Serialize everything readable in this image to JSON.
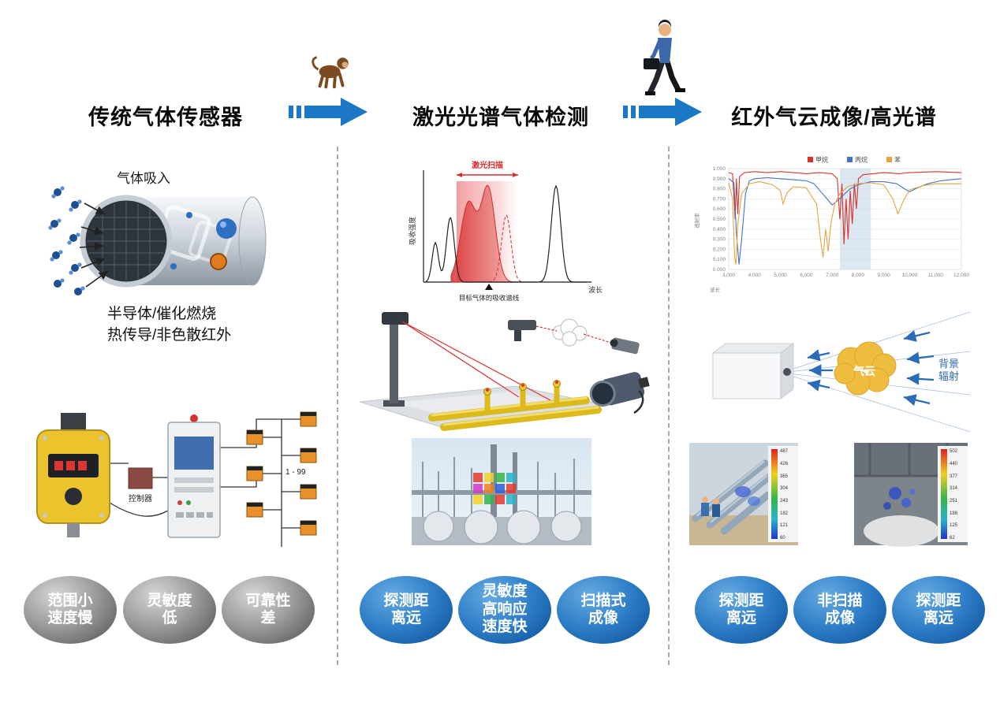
{
  "colors": {
    "accent_blue": "#1b78c6",
    "badge_blue": "#0a4e95",
    "badge_gray": "#4f4f4f"
  },
  "header": {
    "titles": [
      "传统气体传感器",
      "激光光谱气体检测",
      "红外气云成像/高光谱"
    ]
  },
  "col1": {
    "gas_label": "气体吸入",
    "tech_line1": "半导体/催化燃烧",
    "tech_line2": "热传导/非色散红外",
    "system": {
      "range_label": "1 - 99",
      "controller_label": "控制器"
    },
    "badges": [
      {
        "lines": [
          "范围小",
          "速度慢"
        ]
      },
      {
        "lines": [
          "灵敏度",
          "低"
        ]
      },
      {
        "lines": [
          "可靠性",
          "差"
        ]
      }
    ]
  },
  "col2": {
    "chart": {
      "scan_label": "激光扫描",
      "x_label": "波长",
      "y_label": "吸收强度",
      "target_label": "目标气体的吸收谱线"
    },
    "badges": [
      {
        "lines": [
          "探测距",
          "离远"
        ]
      },
      {
        "lines": [
          "灵敏度",
          "高响应",
          "速度快"
        ]
      },
      {
        "lines": [
          "扫描式",
          "成像"
        ]
      }
    ]
  },
  "col3": {
    "chart": {
      "x_label": "波长",
      "y_label": "透射率"
    },
    "cloud": {
      "cloud_label": "气云",
      "radiation_label1": "背景",
      "radiation_label2": "辐射"
    },
    "thermal_left_scale": [
      "487",
      "426",
      "365",
      "304",
      "243",
      "182",
      "121",
      "60"
    ],
    "thermal_right_scale": [
      "502",
      "440",
      "377",
      "314",
      "251",
      "188",
      "125",
      "62"
    ],
    "badges": [
      {
        "lines": [
          "探测距",
          "离远"
        ]
      },
      {
        "lines": [
          "非扫描",
          "成像"
        ]
      },
      {
        "lines": [
          "探测距",
          "离远"
        ]
      }
    ]
  },
  "chart_data": [
    {
      "type": "line",
      "name": "laser-absorption-spectrum",
      "title": "激光扫描",
      "xlabel": "波长",
      "ylabel": "吸收强度",
      "annotation": "目标气体的吸收谱线",
      "black_peaks": [
        {
          "c": 100,
          "h": 50,
          "w": 4
        },
        {
          "c": 119,
          "h": 82,
          "w": 5
        },
        {
          "c": 253,
          "h": 122,
          "w": 6
        }
      ],
      "red_peaks": [
        {
          "c": 142,
          "h": 100,
          "w": 10
        },
        {
          "c": 167,
          "h": 118,
          "w": 9
        }
      ],
      "dashed_peaks": [
        {
          "c": 190,
          "h": 85,
          "w": 6
        }
      ],
      "scan_band": [
        127,
        205
      ]
    },
    {
      "type": "line",
      "name": "gas-transmission-spectrum",
      "xlabel": "波长",
      "ylabel": "透射率",
      "xlim": [
        3000,
        12000
      ],
      "ylim": [
        0,
        1
      ],
      "x_ticks": [
        "3,000",
        "4,000",
        "5,000",
        "6,000",
        "7,000",
        "8,000",
        "9,000",
        "10,000",
        "11,000",
        "12,000"
      ],
      "y_ticks": [
        "1.000",
        "0.900",
        "0.800",
        "0.700",
        "0.600",
        "0.500",
        "0.400",
        "0.300",
        "0.200",
        "0.100",
        "0.000"
      ],
      "highlight_band": [
        7300,
        8500
      ],
      "legend_position": "top",
      "grid": true,
      "series": [
        {
          "name": "甲烷",
          "color": "#d8342a",
          "points": [
            [
              3000,
              0.96
            ],
            [
              3150,
              0.95
            ],
            [
              3250,
              0.5
            ],
            [
              3300,
              0.9
            ],
            [
              3350,
              0.55
            ],
            [
              3420,
              0.92
            ],
            [
              3600,
              0.96
            ],
            [
              4000,
              0.97
            ],
            [
              4500,
              0.96
            ],
            [
              5000,
              0.97
            ],
            [
              5500,
              0.96
            ],
            [
              6000,
              0.95
            ],
            [
              6500,
              0.96
            ],
            [
              7000,
              0.95
            ],
            [
              7200,
              0.9
            ],
            [
              7300,
              0.5
            ],
            [
              7380,
              0.85
            ],
            [
              7460,
              0.25
            ],
            [
              7540,
              0.7
            ],
            [
              7620,
              0.3
            ],
            [
              7700,
              0.78
            ],
            [
              7780,
              0.45
            ],
            [
              7860,
              0.85
            ],
            [
              7940,
              0.6
            ],
            [
              8020,
              0.9
            ],
            [
              8200,
              0.94
            ],
            [
              8600,
              0.95
            ],
            [
              9000,
              0.96
            ],
            [
              9600,
              0.95
            ],
            [
              10000,
              0.96
            ],
            [
              11000,
              0.97
            ],
            [
              12000,
              0.96
            ]
          ]
        },
        {
          "name": "丙烷",
          "color": "#4472c4",
          "points": [
            [
              3000,
              0.9
            ],
            [
              3200,
              0.86
            ],
            [
              3300,
              0.35
            ],
            [
              3400,
              0.05
            ],
            [
              3500,
              0.3
            ],
            [
              3650,
              0.75
            ],
            [
              3800,
              0.88
            ],
            [
              4000,
              0.9
            ],
            [
              4500,
              0.91
            ],
            [
              5000,
              0.9
            ],
            [
              5500,
              0.89
            ],
            [
              6000,
              0.88
            ],
            [
              6300,
              0.85
            ],
            [
              6600,
              0.76
            ],
            [
              6800,
              0.7
            ],
            [
              7000,
              0.64
            ],
            [
              7200,
              0.68
            ],
            [
              7400,
              0.73
            ],
            [
              7700,
              0.8
            ],
            [
              8000,
              0.84
            ],
            [
              8500,
              0.87
            ],
            [
              9000,
              0.87
            ],
            [
              9500,
              0.85
            ],
            [
              9800,
              0.8
            ],
            [
              10000,
              0.77
            ],
            [
              10300,
              0.81
            ],
            [
              10700,
              0.85
            ],
            [
              11200,
              0.88
            ],
            [
              12000,
              0.9
            ]
          ]
        },
        {
          "name": "苯",
          "color": "#e8a33d",
          "points": [
            [
              3000,
              0.86
            ],
            [
              3150,
              0.7
            ],
            [
              3230,
              0.12
            ],
            [
              3280,
              0.05
            ],
            [
              3350,
              0.45
            ],
            [
              3500,
              0.75
            ],
            [
              3800,
              0.85
            ],
            [
              4200,
              0.87
            ],
            [
              4700,
              0.84
            ],
            [
              5000,
              0.78
            ],
            [
              5100,
              0.65
            ],
            [
              5250,
              0.76
            ],
            [
              5500,
              0.82
            ],
            [
              6000,
              0.81
            ],
            [
              6400,
              0.65
            ],
            [
              6550,
              0.3
            ],
            [
              6650,
              0.12
            ],
            [
              6750,
              0.4
            ],
            [
              6850,
              0.18
            ],
            [
              6950,
              0.45
            ],
            [
              7100,
              0.65
            ],
            [
              7300,
              0.75
            ],
            [
              7600,
              0.82
            ],
            [
              8000,
              0.85
            ],
            [
              8500,
              0.86
            ],
            [
              9000,
              0.84
            ],
            [
              9350,
              0.7
            ],
            [
              9550,
              0.55
            ],
            [
              9750,
              0.68
            ],
            [
              10000,
              0.79
            ],
            [
              10500,
              0.83
            ],
            [
              11000,
              0.85
            ],
            [
              12000,
              0.85
            ]
          ]
        }
      ]
    }
  ]
}
